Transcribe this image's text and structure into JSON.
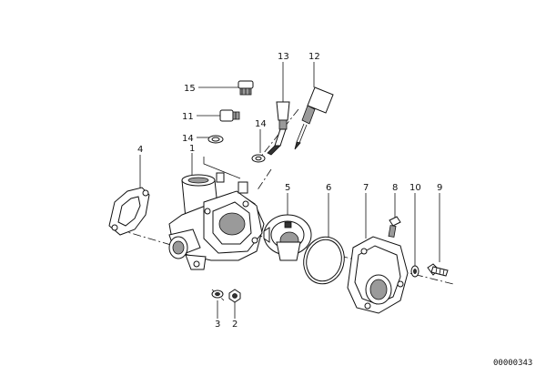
{
  "diagram": {
    "callouts": [
      {
        "id": "c15",
        "num": "15"
      },
      {
        "id": "c13",
        "num": "13"
      },
      {
        "id": "c12",
        "num": "12"
      },
      {
        "id": "c11",
        "num": "11"
      },
      {
        "id": "c14a",
        "num": "14"
      },
      {
        "id": "c14b",
        "num": "14"
      },
      {
        "id": "c1",
        "num": "1"
      },
      {
        "id": "c4",
        "num": "4"
      },
      {
        "id": "c5",
        "num": "5"
      },
      {
        "id": "c6",
        "num": "6"
      },
      {
        "id": "c7",
        "num": "7"
      },
      {
        "id": "c8",
        "num": "8"
      },
      {
        "id": "c10",
        "num": "10"
      },
      {
        "id": "c9",
        "num": "9"
      },
      {
        "id": "c3",
        "num": "3"
      },
      {
        "id": "c2",
        "num": "2"
      }
    ],
    "reference_number": "00000343"
  }
}
